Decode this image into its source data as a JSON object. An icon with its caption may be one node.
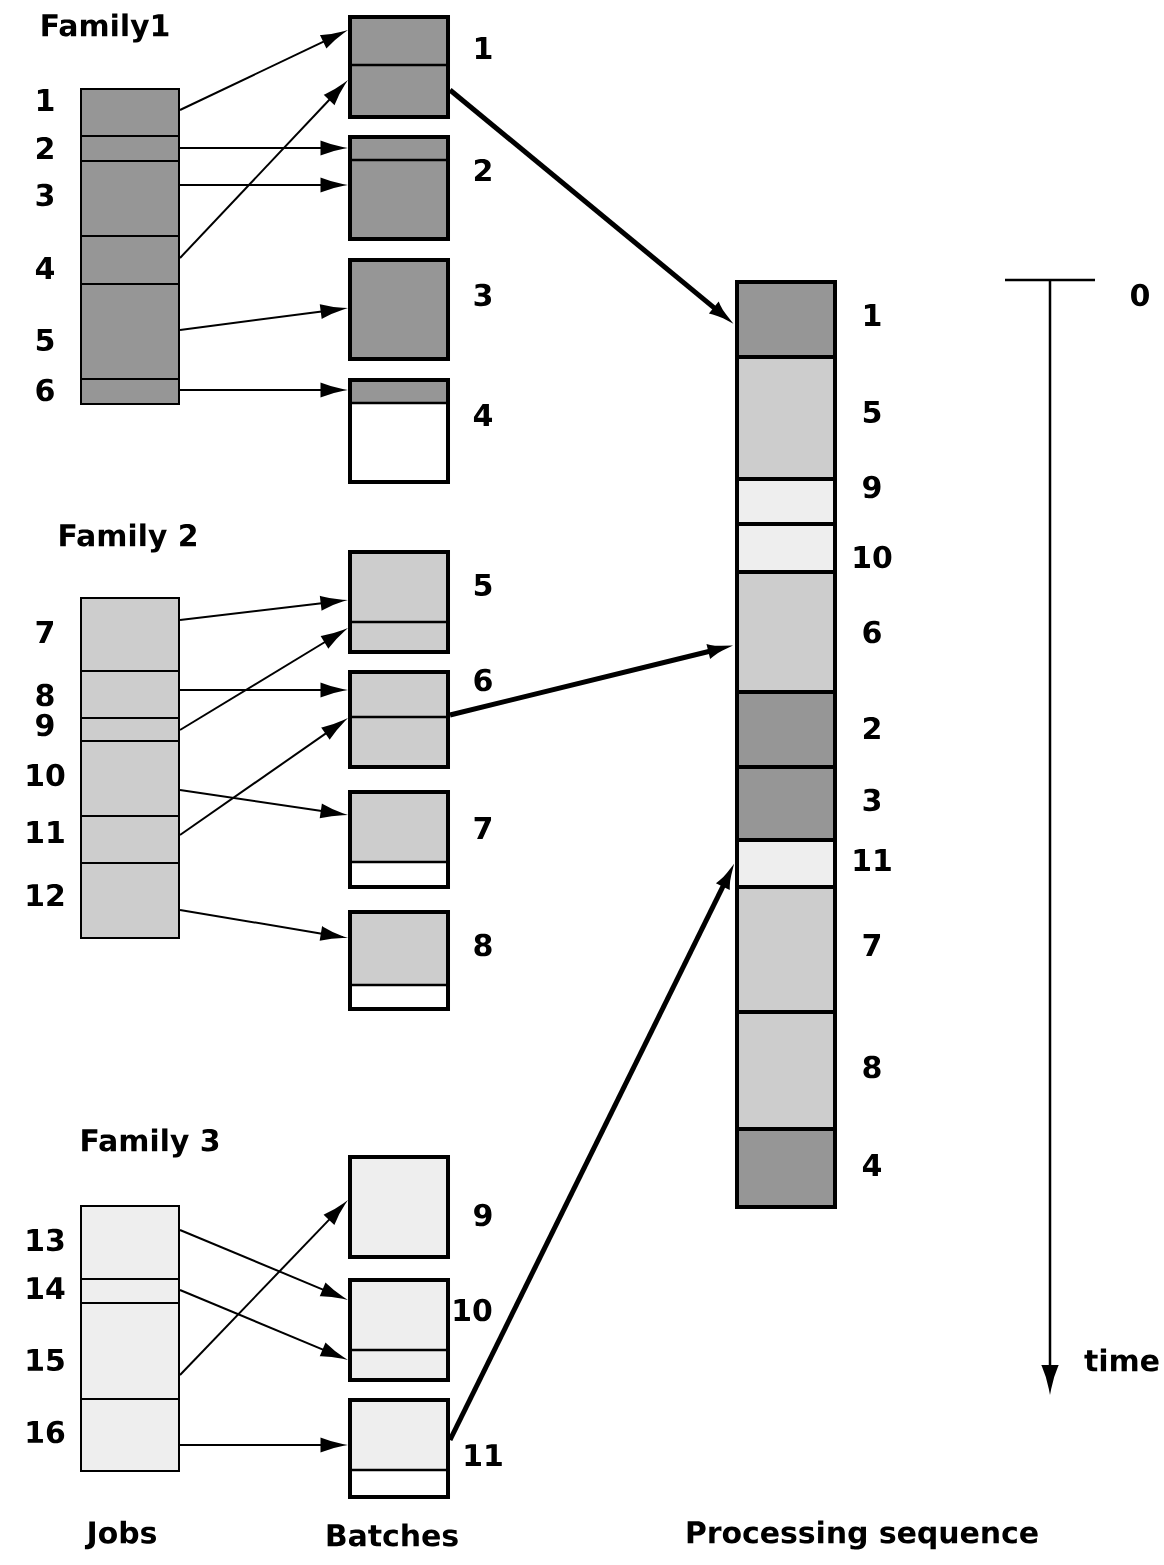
{
  "diagram": {
    "nodes": [
      {
        "text": [],
        "shape": "box",
        "beside": [
          "1"
        ]
      },
      {
        "text": [],
        "shape": "box",
        "beside": [
          "2"
        ]
      },
      {
        "text": [],
        "shape": "box",
        "beside": [
          "3"
        ]
      },
      {
        "text": [],
        "shape": "box",
        "beside": [
          "4"
        ]
      },
      {
        "text": [],
        "shape": "box",
        "beside": [
          "5"
        ]
      },
      {
        "text": [],
        "shape": "box",
        "beside": [
          "6"
        ]
      },
      {
        "text": [],
        "shape": "box",
        "beside": [
          "7"
        ]
      },
      {
        "text": [],
        "shape": "box",
        "beside": [
          "8"
        ]
      },
      {
        "text": [],
        "shape": "box",
        "beside": [
          "9"
        ]
      },
      {
        "text": [],
        "shape": "box",
        "beside": [
          "10"
        ]
      },
      {
        "text": [],
        "shape": "box",
        "beside": [
          "11"
        ]
      },
      {
        "text": [],
        "shape": "box",
        "beside": [
          "12"
        ]
      },
      {
        "text": [],
        "shape": "box",
        "beside": [
          "13"
        ]
      },
      {
        "text": [],
        "shape": "box",
        "beside": [
          "14"
        ]
      },
      {
        "text": [],
        "shape": "box",
        "beside": [
          "15"
        ]
      },
      {
        "text": [],
        "shape": "box",
        "beside": [
          "16"
        ]
      },
      {
        "text": [],
        "shape": "box",
        "beside": [
          "1"
        ]
      },
      {
        "text": [],
        "shape": "box",
        "beside": [
          "2"
        ]
      },
      {
        "text": [],
        "shape": "box",
        "beside": [
          "3"
        ]
      },
      {
        "text": [],
        "shape": "box",
        "beside": [
          "4"
        ]
      },
      {
        "text": [],
        "shape": "box",
        "beside": [
          "5"
        ]
      },
      {
        "text": [],
        "shape": "box",
        "beside": [
          "6"
        ]
      },
      {
        "text": [],
        "shape": "box",
        "beside": [
          "7"
        ]
      },
      {
        "text": [],
        "shape": "box",
        "beside": [
          "8"
        ]
      },
      {
        "text": [],
        "shape": "box",
        "beside": [
          "9"
        ]
      },
      {
        "text": [],
        "shape": "box",
        "beside": [
          "10"
        ]
      },
      {
        "text": [],
        "shape": "box",
        "beside": [
          "11"
        ]
      },
      {
        "text": [],
        "shape": "box",
        "beside": [
          "1"
        ]
      },
      {
        "text": [],
        "shape": "box",
        "beside": [
          "5"
        ]
      },
      {
        "text": [],
        "shape": "box",
        "beside": [
          "9"
        ]
      },
      {
        "text": [],
        "shape": "box",
        "beside": [
          "10"
        ]
      },
      {
        "text": [],
        "shape": "box",
        "beside": [
          "6"
        ]
      },
      {
        "text": [],
        "shape": "box",
        "beside": [
          "2"
        ]
      },
      {
        "text": [],
        "shape": "box",
        "beside": [
          "3"
        ]
      },
      {
        "text": [],
        "shape": "box",
        "beside": [
          "11"
        ]
      },
      {
        "text": [],
        "shape": "box",
        "beside": [
          "7"
        ]
      },
      {
        "text": [],
        "shape": "box",
        "beside": [
          "8"
        ]
      },
      {
        "text": [],
        "shape": "box",
        "beside": [
          "4"
        ]
      }
    ],
    "edges": [
      {
        "from": 0,
        "to": 16,
        "arrow": "to"
      },
      {
        "from": 1,
        "to": 17,
        "arrow": "to"
      },
      {
        "from": 2,
        "to": 17,
        "arrow": "to"
      },
      {
        "from": 3,
        "to": 16,
        "arrow": "to"
      },
      {
        "from": 4,
        "to": 18,
        "arrow": "to"
      },
      {
        "from": 5,
        "to": 19,
        "arrow": "to"
      },
      {
        "from": 6,
        "to": 20,
        "arrow": "to"
      },
      {
        "from": 7,
        "to": 21,
        "arrow": "to"
      },
      {
        "from": 8,
        "to": 20,
        "arrow": "to"
      },
      {
        "from": 9,
        "to": 22,
        "arrow": "to"
      },
      {
        "from": 10,
        "to": 21,
        "arrow": "to"
      },
      {
        "from": 11,
        "to": 23,
        "arrow": "to"
      },
      {
        "from": 12,
        "to": 25,
        "arrow": "to"
      },
      {
        "from": 13,
        "to": 25,
        "arrow": "to"
      },
      {
        "from": 14,
        "to": 24,
        "arrow": "to"
      },
      {
        "from": 15,
        "to": 26,
        "arrow": "to"
      },
      {
        "from": 16,
        "to": 27,
        "arrow": "to",
        "style": "thick"
      },
      {
        "from": 21,
        "to": 31,
        "arrow": "to",
        "style": "thick"
      },
      {
        "from": 26,
        "to": 34,
        "arrow": "to",
        "style": "thick"
      }
    ],
    "labels": [
      "Family1",
      "0",
      "Family 2",
      "Family 3",
      "time",
      "Jobs",
      "Batches",
      "Processing sequence"
    ]
  }
}
